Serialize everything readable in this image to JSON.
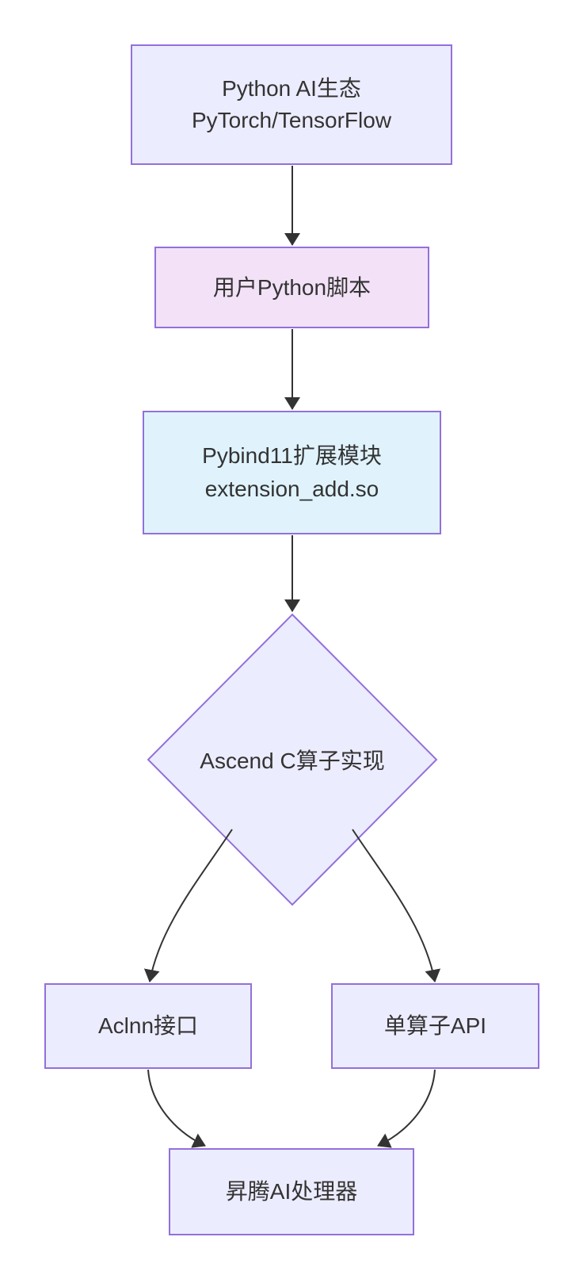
{
  "diagram": {
    "type": "flowchart",
    "direction": "top-down",
    "colors": {
      "node_border": "#9370DB",
      "default_node_fill": "#ECECFF",
      "user_script_fill": "#F3E2F7",
      "pybind_module_fill": "#E0F3FD",
      "edge_stroke": "#333333",
      "text": "#333333",
      "background": "#FFFFFF"
    },
    "nodes": {
      "python_ecosystem": {
        "shape": "rectangle",
        "lines": [
          "Python AI生态",
          "PyTorch/TensorFlow"
        ],
        "fill": "#ECECFF"
      },
      "user_script": {
        "shape": "rectangle",
        "label": "用户Python脚本",
        "fill": "#F3E2F7"
      },
      "pybind_module": {
        "shape": "rectangle",
        "lines": [
          "Pybind11扩展模块",
          "extension_add.so"
        ],
        "fill": "#E0F3FD"
      },
      "ascend_c": {
        "shape": "diamond",
        "label": "Ascend C算子实现",
        "fill": "#ECECFF"
      },
      "aclnn": {
        "shape": "rectangle",
        "label": "Aclnn接口",
        "fill": "#ECECFF"
      },
      "single_op": {
        "shape": "rectangle",
        "label": "单算子API",
        "fill": "#ECECFF"
      },
      "ascend_processor": {
        "shape": "rectangle",
        "label": "昇腾AI处理器",
        "fill": "#ECECFF"
      }
    },
    "edges": [
      {
        "from": "python_ecosystem",
        "to": "user_script"
      },
      {
        "from": "user_script",
        "to": "pybind_module"
      },
      {
        "from": "pybind_module",
        "to": "ascend_c"
      },
      {
        "from": "ascend_c",
        "to": "aclnn"
      },
      {
        "from": "ascend_c",
        "to": "single_op"
      },
      {
        "from": "aclnn",
        "to": "ascend_processor"
      },
      {
        "from": "single_op",
        "to": "ascend_processor"
      }
    ]
  }
}
